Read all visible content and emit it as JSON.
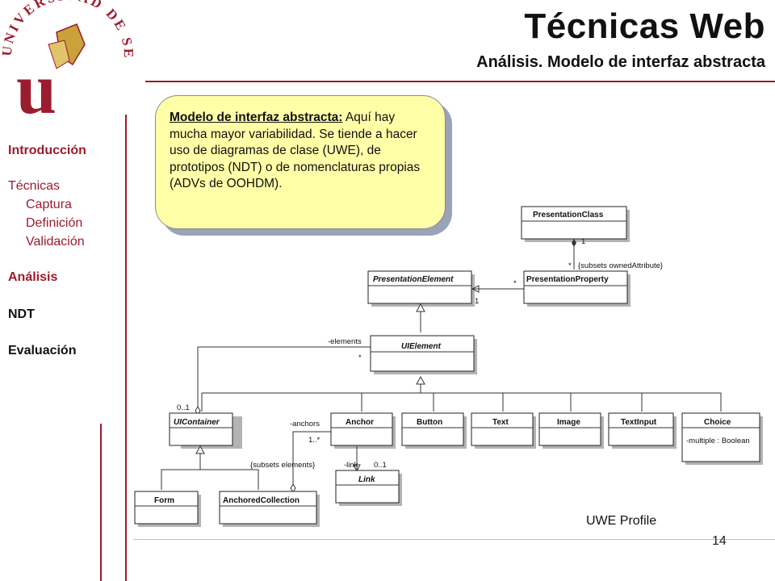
{
  "logo": {
    "text": "UNIVERSIDAD DE SEVILLA",
    "monogram": "u"
  },
  "header": {
    "title": "Técnicas Web",
    "subtitle": "Análisis. Modelo de interfaz abstracta"
  },
  "sidebar": {
    "items": [
      {
        "label": "Introducción"
      },
      {
        "label": "Técnicas"
      },
      {
        "label": "Captura"
      },
      {
        "label": "Definición"
      },
      {
        "label": "Validación"
      },
      {
        "label": "Análisis"
      },
      {
        "label": "NDT"
      },
      {
        "label": "Evaluación"
      }
    ]
  },
  "callout": {
    "lead": "Modelo de interfaz abstracta:",
    "body": " Aquí hay mucha mayor variabilidad. Se tiende a hacer uso de diagramas de clase (UWE), de prototipos (NDT) o de nomenclaturas propias (ADVs de OOHDM)."
  },
  "diagram": {
    "classes": {
      "presentation_class": "PresentationClass",
      "presentation_element": "PresentationElement",
      "presentation_property": "PresentationProperty",
      "ui_element": "UIElement",
      "ui_container": "UIContainer",
      "anchor": "Anchor",
      "button": "Button",
      "text": "Text",
      "image": "Image",
      "text_input": "TextInput",
      "choice": "Choice",
      "choice_attr": "-multiple : Boolean",
      "link": "Link",
      "form": "Form",
      "anchored_collection": "AnchoredCollection"
    },
    "labels": {
      "mult_one_pc": "1",
      "mult_star_pp": "*",
      "subsets_owned": "{subsets ownedAttribute}",
      "mult_star_pe": "*",
      "mult_one_pe": "1",
      "elements_role": "-elements",
      "elements_star": "*",
      "container_mult": "0..1",
      "anchors_role": "-anchors",
      "anchors_mult": "1..*",
      "subsets_elements": "{subsets elements}",
      "link_role": "-link",
      "link_mult": "0..1"
    },
    "caption": "UWE Profile"
  },
  "footer": {
    "page_number": "14"
  }
}
